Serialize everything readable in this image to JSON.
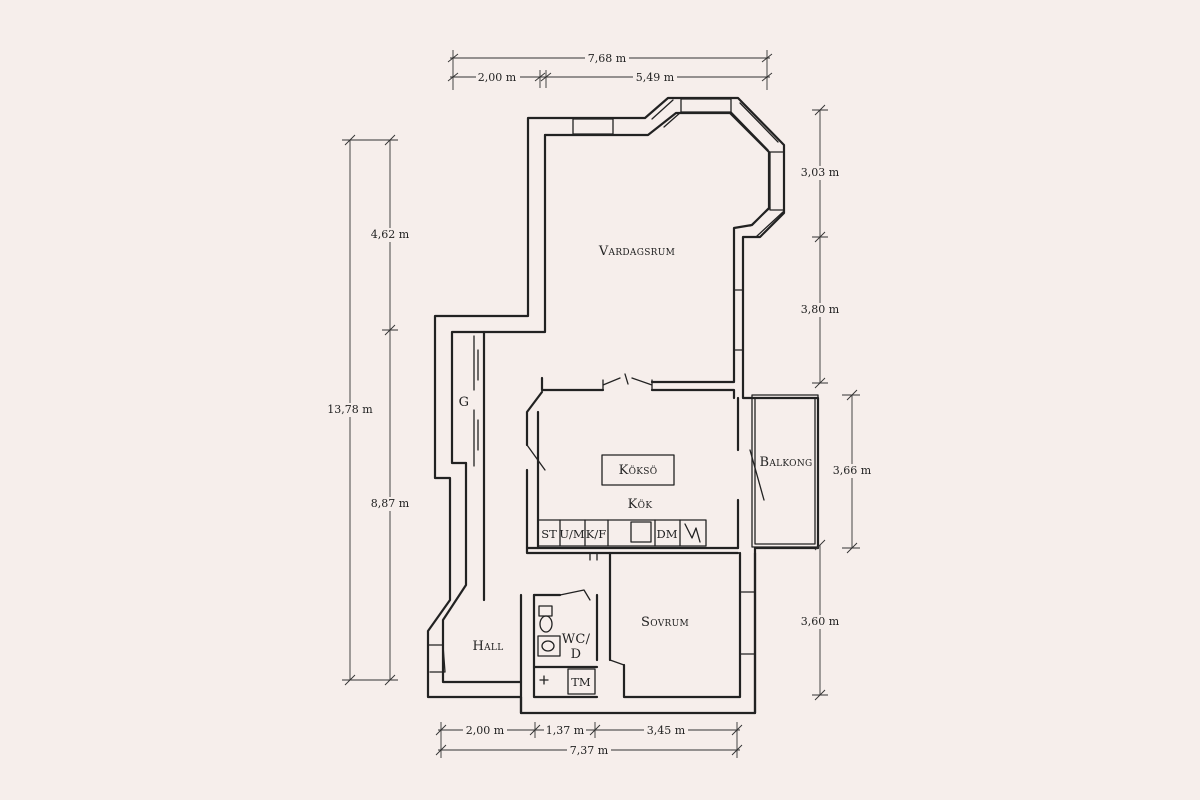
{
  "rooms": {
    "vardagsrum": "Vardagsrum",
    "kok": "Kök",
    "kokso": "Köksö",
    "balkong": "Balkong",
    "sovrum": "Sovrum",
    "hall": "Hall",
    "garderob": "G",
    "wc_line1": "WC/",
    "wc_line2": "D"
  },
  "fixtures": {
    "spis": "ST",
    "ugn_micro": "U/M",
    "kyl_frys": "K/F",
    "diskmaskin": "DM",
    "tvattmaskin": "TM"
  },
  "dimensions": {
    "top_total": "7,68 m",
    "top_left": "2,00 m",
    "top_right": "5,49 m",
    "left_total": "13,78 m",
    "left_upper": "4,62 m",
    "left_lower": "8,87 m",
    "right_1": "3,03 m",
    "right_2": "3,80 m",
    "right_3": "3,60 m",
    "balkong": "3,66 m",
    "bottom_1": "2,00 m",
    "bottom_2": "1,37 m",
    "bottom_3": "3,45 m",
    "bottom_total": "7,37 m"
  },
  "colors": {
    "background": "#f6eeeb",
    "line": "#222222"
  }
}
